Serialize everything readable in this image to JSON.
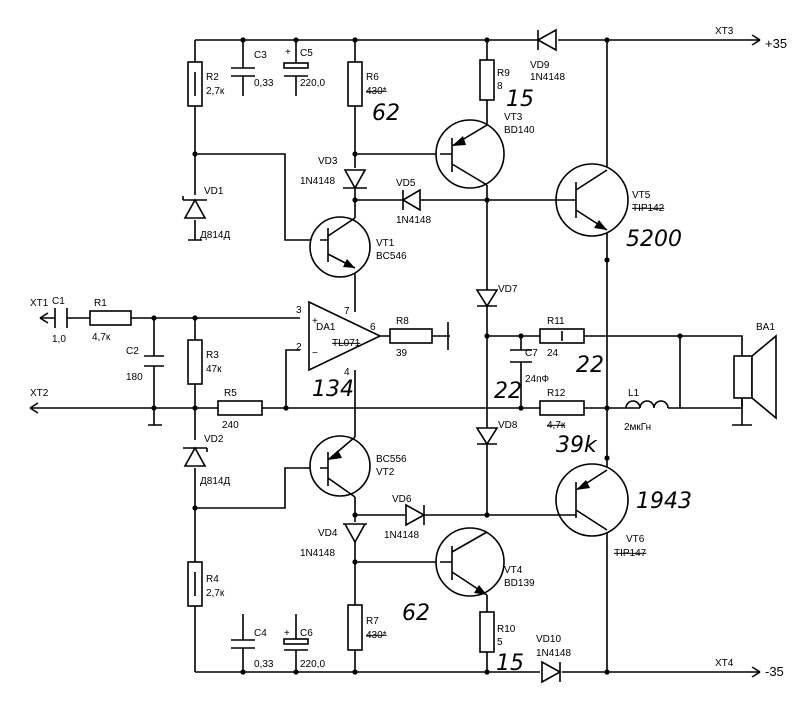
{
  "terminals": {
    "xt1": "XT1",
    "xt2": "XT2",
    "xt3": "XT3",
    "xt4": "XT4",
    "plus": "+35",
    "minus": "-35"
  },
  "capacitors": {
    "c1": {
      "ref": "C1",
      "val": "1,0"
    },
    "c2": {
      "ref": "C2",
      "val": "180"
    },
    "c3": {
      "ref": "C3",
      "val": "0,33"
    },
    "c4": {
      "ref": "C4",
      "val": "0,33"
    },
    "c5": {
      "ref": "C5",
      "val": "220,0"
    },
    "c6": {
      "ref": "C6",
      "val": "220,0"
    },
    "c7": {
      "ref": "C7",
      "val": "24пФ"
    }
  },
  "resistors": {
    "r1": {
      "ref": "R1",
      "val": "4,7к"
    },
    "r2": {
      "ref": "R2",
      "val": "2,7к"
    },
    "r3": {
      "ref": "R3",
      "val": "47к"
    },
    "r4": {
      "ref": "R4",
      "val": "2,7к"
    },
    "r5": {
      "ref": "R5",
      "val": "240"
    },
    "r6": {
      "ref": "R6",
      "val": "430*"
    },
    "r7": {
      "ref": "R7",
      "val": "430*"
    },
    "r8": {
      "ref": "R8",
      "val": "39"
    },
    "r9": {
      "ref": "R9",
      "val": "8"
    },
    "r10": {
      "ref": "R10",
      "val": "5"
    },
    "r11": {
      "ref": "R11",
      "val": "24"
    },
    "r12": {
      "ref": "R12",
      "val": "4,7к"
    }
  },
  "diodes": {
    "vd1": {
      "ref": "VD1",
      "val": "Д814Д"
    },
    "vd2": {
      "ref": "VD2",
      "val": "Д814Д"
    },
    "vd3": {
      "ref": "VD3",
      "val": "1N4148"
    },
    "vd4": {
      "ref": "VD4",
      "val": "1N4148"
    },
    "vd5": {
      "ref": "VD5",
      "val": "1N4148"
    },
    "vd6": {
      "ref": "VD6",
      "val": "1N4148"
    },
    "vd7": {
      "ref": "VD7"
    },
    "vd8": {
      "ref": "VD8"
    },
    "vd9": {
      "ref": "VD9",
      "val": "1N4148"
    },
    "vd10": {
      "ref": "VD10",
      "val": "1N4148"
    }
  },
  "transistors": {
    "vt1": {
      "ref": "VT1",
      "val": "BC546"
    },
    "vt2": {
      "ref": "VT2",
      "val": "BC556"
    },
    "vt3": {
      "ref": "VT3",
      "val": "BD140"
    },
    "vt4": {
      "ref": "VT4",
      "val": "BD139"
    },
    "vt5": {
      "ref": "VT5",
      "val": "TIP142"
    },
    "vt6": {
      "ref": "VT6",
      "val": "TIP147"
    }
  },
  "opamp": {
    "ref": "DA1",
    "val": "TL071",
    "pin_in_plus": "3",
    "pin_in_minus": "2",
    "pin_out": "6",
    "pin_vplus": "7",
    "pin_vminus": "4"
  },
  "inductor": {
    "ref": "L1",
    "val": "2мкГн"
  },
  "speaker": {
    "ref": "BA1"
  },
  "handwritten": {
    "r6": "62",
    "r9": "15",
    "vt5": "5200",
    "r11": "22",
    "c7": "22",
    "da1": "134",
    "r12": "39k",
    "vt6": "1943",
    "r7": "62",
    "r10": "15"
  }
}
